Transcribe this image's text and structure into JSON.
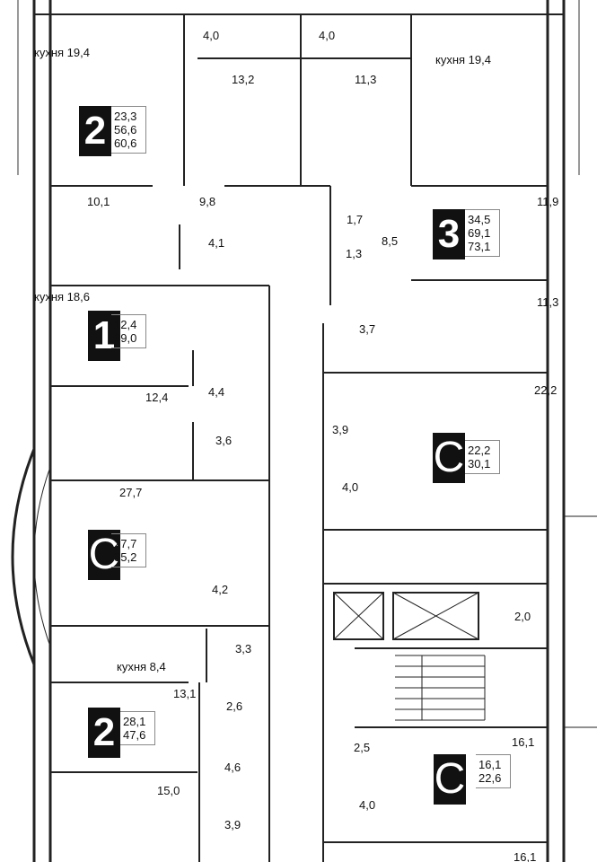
{
  "rooms": {
    "kitchen_tl": "кухня 19,4",
    "kitchen_tr": "кухня 19,4",
    "balcony_1": "4,0",
    "balcony_2": "4,0",
    "r13_2": "13,2",
    "r11_3_top": "11,3",
    "r10_1": "10,1",
    "r9_8": "9,8",
    "r4_1": "4,1",
    "r1_7": "1,7",
    "r1_3": "1,3",
    "r8_5": "8,5",
    "r11_9": "11,9",
    "kitchen_186": "кухня 18,6",
    "r11_3": "11,3",
    "r3_7": "3,7",
    "r4_4": "4,4",
    "r12_4": "12,4",
    "r22_2": "22,2",
    "r3_9a": "3,9",
    "r3_6": "3,6",
    "r27_7": "27,7",
    "r4_0a": "4,0",
    "r4_2": "4,2",
    "r2_0": "2,0",
    "r3_3": "3,3",
    "kitchen_84": "кухня 8,4",
    "r13_1": "13,1",
    "r2_6": "2,6",
    "r4_6": "4,6",
    "r15_0": "15,0",
    "r3_9b": "3,9",
    "r2_5": "2,5",
    "r16_1a": "16,1",
    "r4_0b": "4,0",
    "r16_1b": "16,1"
  },
  "apartments": [
    {
      "type": "2",
      "areas": [
        "23,3",
        "56,6",
        "60,6"
      ]
    },
    {
      "type": "3",
      "areas": [
        "34,5",
        "69,1",
        "73,1"
      ]
    },
    {
      "type": "1",
      "areas": [
        "12,4",
        "39,0"
      ]
    },
    {
      "type": "C",
      "areas": [
        "22,2",
        "30,1"
      ]
    },
    {
      "type": "C",
      "areas": [
        "27,7",
        "35,2"
      ]
    },
    {
      "type": "2",
      "areas": [
        "28,1",
        "47,6"
      ]
    },
    {
      "type": "C",
      "areas": [
        "16,1",
        "22,6"
      ]
    }
  ]
}
